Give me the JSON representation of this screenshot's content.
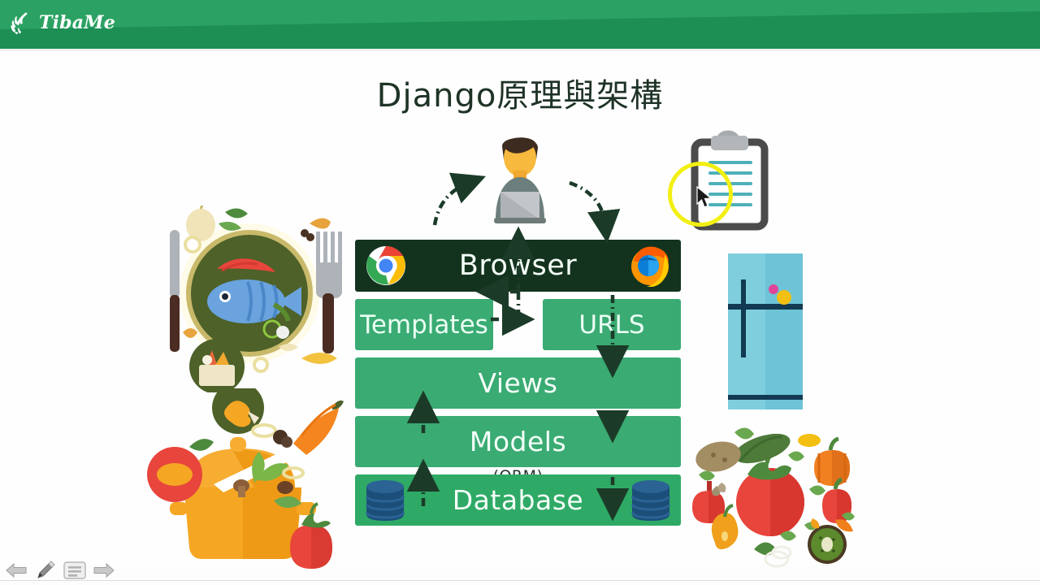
{
  "header": {
    "brand": "TibaMe",
    "logo_icon": "sprout-leaf-icon",
    "bg_color": "#2ba263",
    "wave_color": "#1d8f55"
  },
  "slide": {
    "title": "Django原理與架構",
    "title_color": "#1e3326",
    "background": "#fefefe"
  },
  "diagram": {
    "browser": {
      "label": "Browser",
      "bg_color": "#13331f",
      "text_color": "#f4fff8",
      "left_icon": "chrome-icon",
      "right_icon": "firefox-icon"
    },
    "templates": {
      "label": "Templates",
      "bg_color": "#3aab73"
    },
    "urls": {
      "label": "URLS",
      "bg_color": "#3aab73"
    },
    "views": {
      "label": "Views",
      "bg_color": "#3aab73"
    },
    "models": {
      "label": "Models",
      "sublabel": "(ORM)",
      "bg_color": "#3aab73"
    },
    "database": {
      "label": "Database",
      "bg_color": "#2faa66",
      "left_icon": "database-cylinder-icon",
      "right_icon": "database-cylinder-icon"
    },
    "arrow_color": "#1b3b28",
    "arrow_style": "dash-dot"
  },
  "illustrations": {
    "person": "person-at-laptop-icon",
    "clipboard": "clipboard-icon",
    "fish_plate": "fish-on-plate-illustration",
    "cooking_pot": "cooking-pot-illustration",
    "refrigerator": "refrigerator-illustration",
    "vegetables": "vegetables-circle-illustration"
  },
  "cursor": {
    "highlight_color": "#f2ef12",
    "pointer_icon": "mouse-pointer-icon"
  },
  "toolbar": {
    "buttons": [
      {
        "name": "previous-slide-button",
        "icon": "left-arrow-icon"
      },
      {
        "name": "pen-tool-button",
        "icon": "pen-icon"
      },
      {
        "name": "menu-button",
        "icon": "list-menu-icon"
      },
      {
        "name": "next-slide-button",
        "icon": "right-arrow-icon"
      }
    ]
  }
}
